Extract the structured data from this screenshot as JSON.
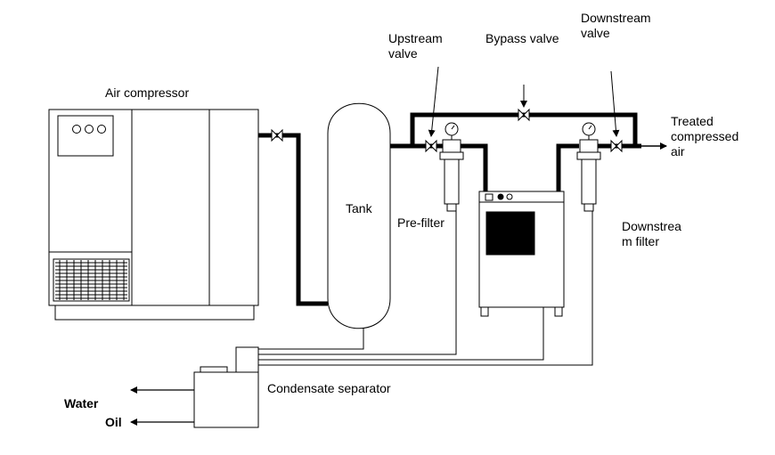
{
  "labels": {
    "air_compressor": "Air compressor",
    "tank": "Tank",
    "upstream_valve": "Upstream\nvalve",
    "bypass_valve": "Bypass valve",
    "downstream_valve": "Downstream\nvalve",
    "treated_air": "Treated\ncompressed\nair",
    "pre_filter": "Pre-filter",
    "downstream_filter": "Downstrea\nm filter",
    "condensate_separator": "Condensate separator",
    "water": "Water",
    "oil": "Oil"
  },
  "colors": {
    "line": "#000000",
    "screen": "#000000",
    "background": "#ffffff"
  }
}
